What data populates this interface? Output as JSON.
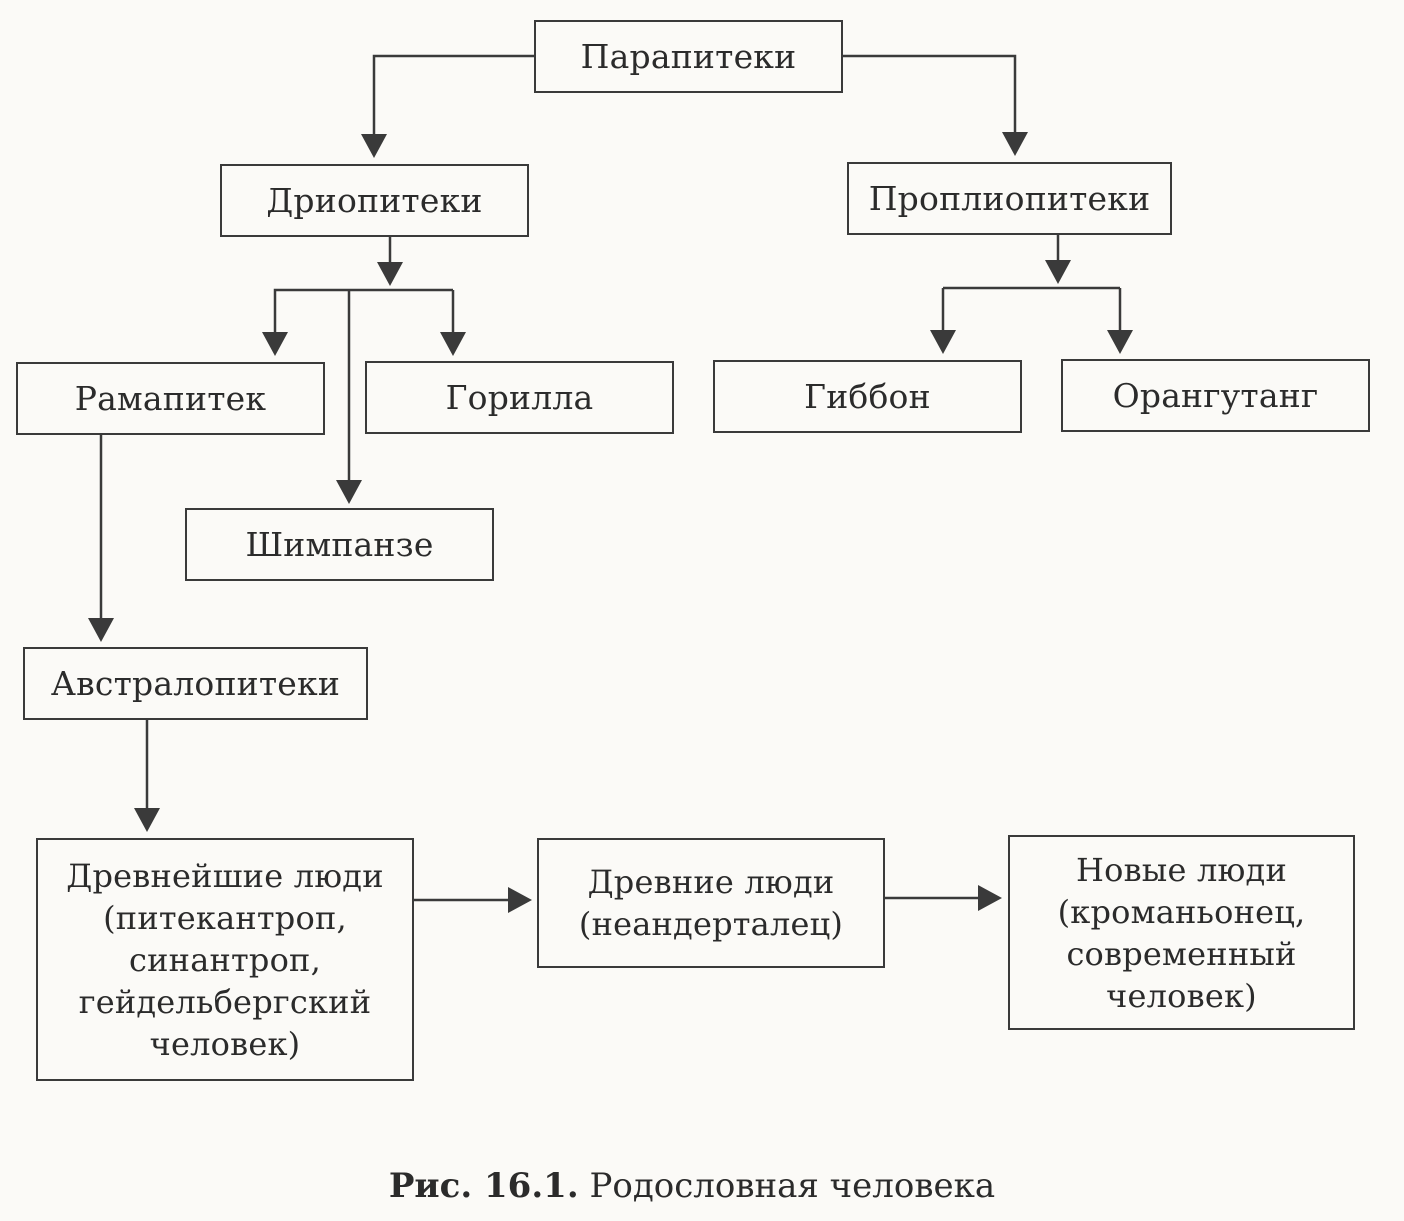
{
  "nodes": {
    "parapithecus": "Парапитеки",
    "dryopithecus": "Дриопитеки",
    "propliopithecus": "Проплиопитеки",
    "ramapithecus": "Рамапитек",
    "gorilla": "Горилла",
    "gibbon": "Гиббон",
    "orangutan": "Орангутанг",
    "chimpanzee": "Шимпанзе",
    "australopithecus": "Австралопитеки",
    "most_ancient_people": "Древнейшие люди\n(питекантроп,\nсинантроп,\nгейдельбергский\nчеловек)",
    "ancient_people": "Древние люди\n(неандерталец)",
    "new_people": "Новые люди\n(кроманьонец,\nсовременный\nчеловек)"
  },
  "edges": [
    [
      "parapithecus",
      "dryopithecus"
    ],
    [
      "parapithecus",
      "propliopithecus"
    ],
    [
      "dryopithecus",
      "ramapithecus"
    ],
    [
      "dryopithecus",
      "gorilla"
    ],
    [
      "dryopithecus",
      "chimpanzee"
    ],
    [
      "propliopithecus",
      "gibbon"
    ],
    [
      "propliopithecus",
      "orangutan"
    ],
    [
      "ramapithecus",
      "australopithecus"
    ],
    [
      "australopithecus",
      "most_ancient_people"
    ],
    [
      "most_ancient_people",
      "ancient_people"
    ],
    [
      "ancient_people",
      "new_people"
    ]
  ],
  "caption": {
    "label": "Рис. 16.1.",
    "text": " Родословная человека"
  }
}
